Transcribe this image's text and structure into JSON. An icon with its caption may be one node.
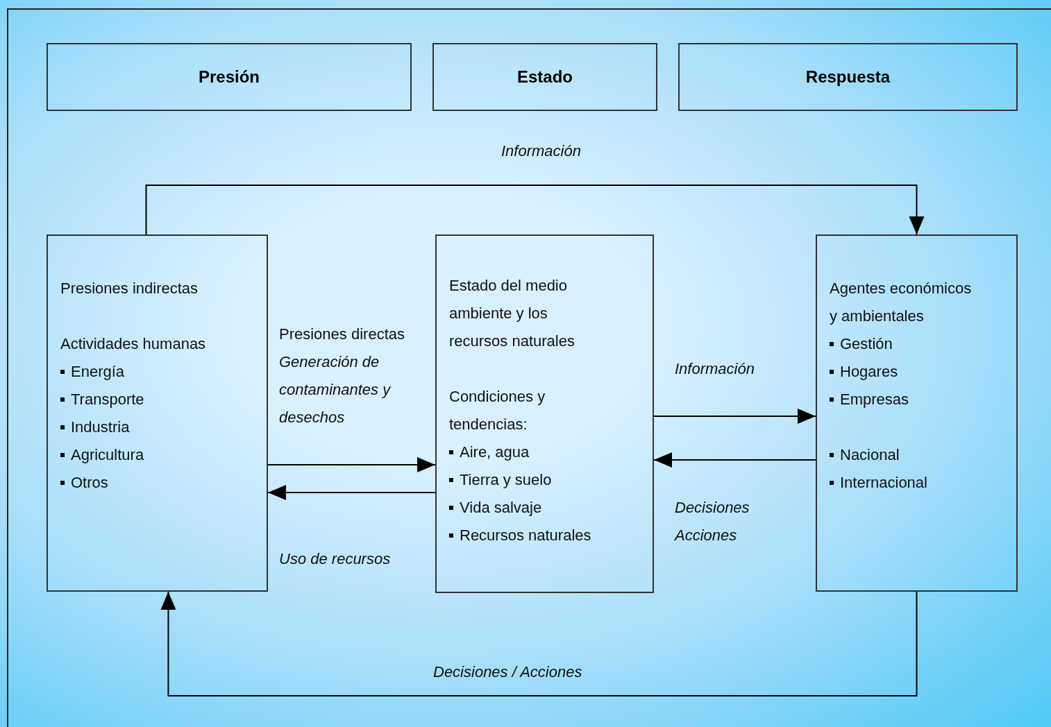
{
  "diagram": {
    "nodes": [
      {
        "text": [
          "Presión"
        ]
      },
      {
        "text": [
          "Estado"
        ]
      },
      {
        "text": [
          "Respuesta"
        ]
      },
      {
        "text": [
          "Presiones indirectas",
          "Actividades humanas",
          "Energía",
          "Transporte",
          "Industria",
          "Agricultura",
          "Otros"
        ]
      },
      {
        "text": [
          "Estado del medio ambiente y los recursos naturales",
          "Condiciones y tendencias:",
          "Aire, agua",
          "Tierra y suelo",
          "Vida salvaje",
          "Recursos naturales"
        ]
      },
      {
        "text": [
          "Agentes económicos y ambientales",
          "Gestión",
          "Hogares",
          "Empresas",
          "Nacional",
          "Internacional"
        ]
      }
    ],
    "edges": [
      {
        "from": 3,
        "to": 5,
        "arrow": "to",
        "label": "*Información*"
      },
      {
        "from": 3,
        "to": 4,
        "arrow": "to",
        "label": "Presiones directas *Generación de contaminantes y desechos*"
      },
      {
        "from": 4,
        "to": 3,
        "arrow": "to",
        "label": "*Uso de recursos*"
      },
      {
        "from": 4,
        "to": 5,
        "arrow": "to",
        "label": "*Información*"
      },
      {
        "from": 5,
        "to": 4,
        "arrow": "to",
        "label": "*Decisiones Acciones*"
      },
      {
        "from": 5,
        "to": 3,
        "arrow": "to",
        "label": "*Decisiones / Acciones*"
      }
    ]
  }
}
